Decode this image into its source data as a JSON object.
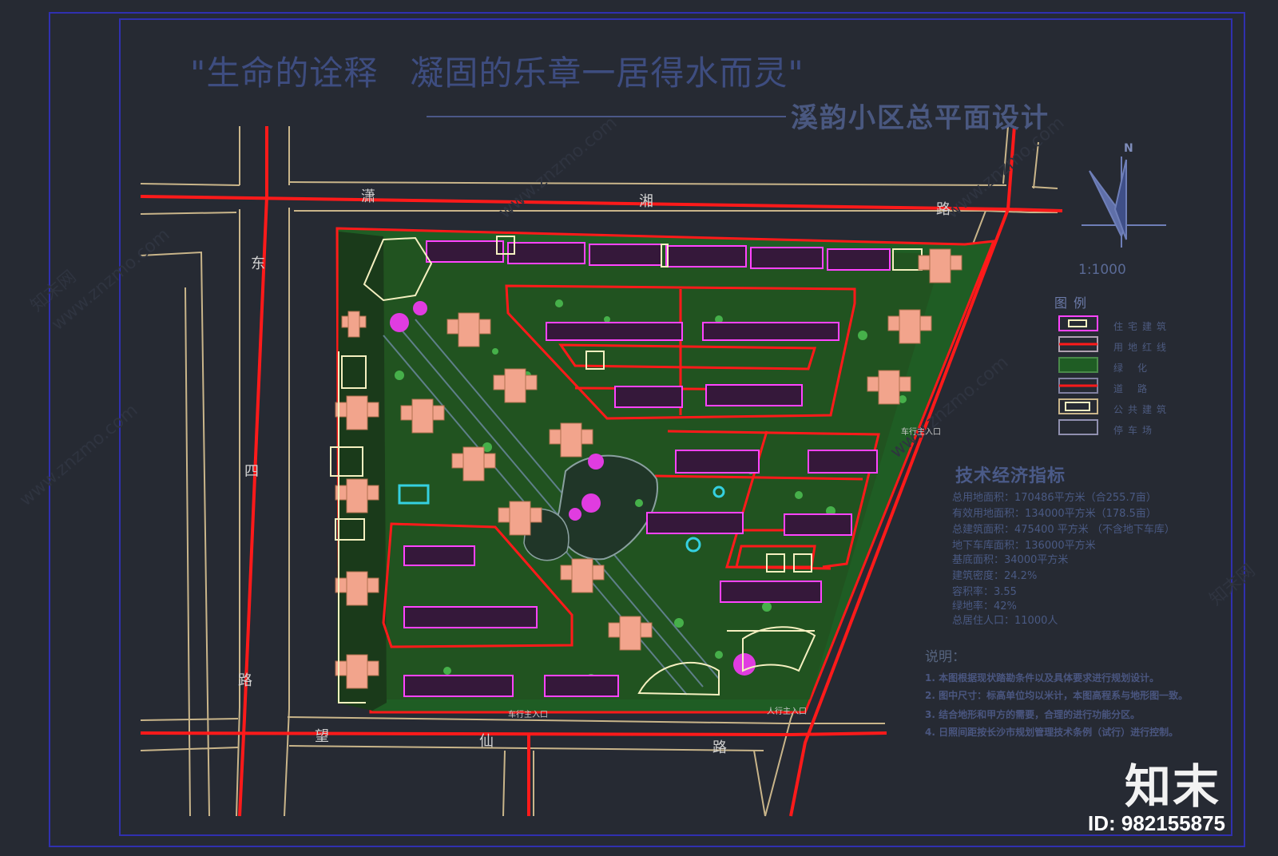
{
  "title": {
    "slogan_part1": "\"生命的诠释",
    "slogan_part2": "凝固的乐章一居得水而灵\"",
    "subtitle": "溪韵小区总平面设计"
  },
  "north": {
    "label": "N",
    "scale": "1:1000"
  },
  "roads": {
    "top": [
      "潇",
      "湘",
      "路"
    ],
    "left": [
      "东",
      "四",
      "路"
    ],
    "bottom": [
      "望",
      "仙",
      "路"
    ]
  },
  "entrances": {
    "east": "车行主入口",
    "south_west": "车行主入口",
    "south_east": "人行主入口"
  },
  "legend": {
    "title": "图例",
    "items": [
      {
        "label": "住宅建筑",
        "swatch": "residential"
      },
      {
        "label": "用地红线",
        "swatch": "redline"
      },
      {
        "label": "绿化",
        "swatch": "green"
      },
      {
        "label": "道路",
        "swatch": "road"
      },
      {
        "label": "公共建筑",
        "swatch": "public"
      },
      {
        "label": "停车场",
        "swatch": "parking"
      }
    ]
  },
  "tech": {
    "title": "技术经济指标",
    "lines": [
      "总用地面积：170486平方米（合255.7亩）",
      "有效用地面积：134000平方米（178.5亩）",
      "总建筑面积：475400 平方米  （不含地下车库）",
      "地下车库面积：136000平方米",
      "基底面积：34000平方米",
      "建筑密度：24.2%",
      "容积率：3.55",
      "绿地率：42%",
      "总居住人口：11000人"
    ]
  },
  "notes": {
    "title": "说明：",
    "lines": [
      "1. 本图根据现状踏勘条件以及具体要求进行规划设计。",
      "2. 图中尺寸：标高单位均以米计，本图高程系与地形图一致。",
      "3. 结合地形和甲方的需要，合理的进行功能分区。",
      "4. 日照间距按长沙市规划管理技术条例（试行）进行控制。"
    ]
  },
  "branding": {
    "logo": "知末",
    "image_id": "ID: 982155875"
  },
  "watermarks": [
    "www.znzmo.com",
    "知末网"
  ],
  "colors": {
    "background": "#262a33",
    "frame": "#3030b0",
    "redline": "#ff1a1a",
    "road": "#c9b58a",
    "green": "#1f5d24",
    "residential": "#ff44ff",
    "tower": "#f2a48c",
    "public": "#f5f0c0"
  }
}
